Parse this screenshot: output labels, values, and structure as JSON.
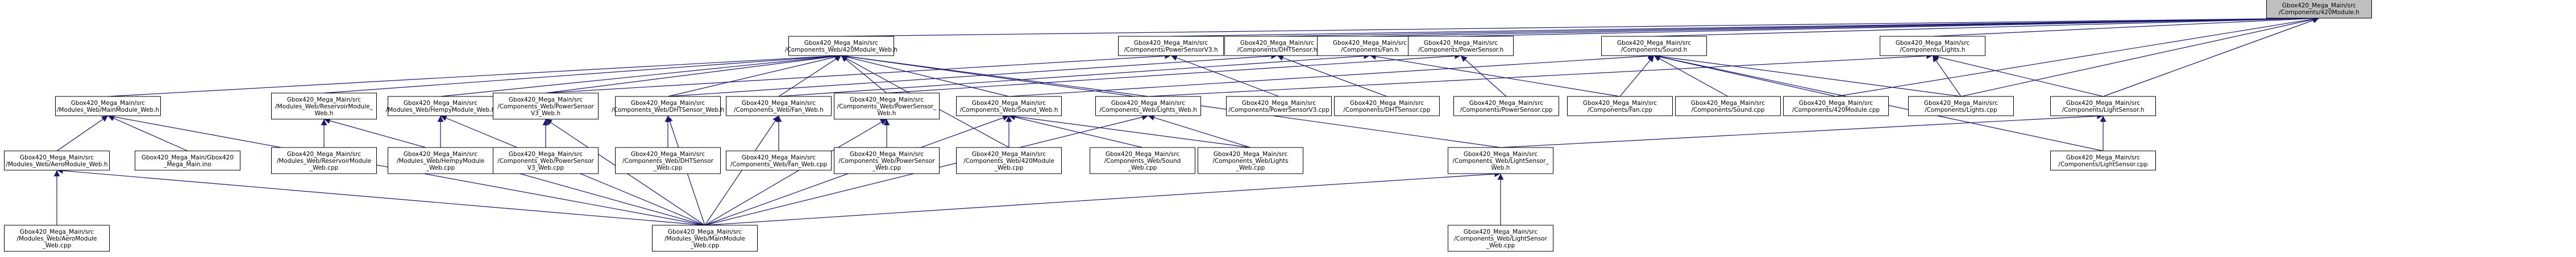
{
  "nodes": [
    {
      "id": "root",
      "root": true,
      "lines": [
        "Gbox420_Mega_Main/src",
        "/Components/420Module.h"
      ]
    },
    {
      "id": "c420web",
      "lines": [
        "Gbox420_Mega_Main/src",
        "/Components_Web/420Module_Web.h"
      ]
    },
    {
      "id": "psv3",
      "lines": [
        "Gbox420_Mega_Main/src",
        "/Components/PowerSensorV3.h"
      ]
    },
    {
      "id": "dht",
      "lines": [
        "Gbox420_Mega_Main/src",
        "/Components/DHTSensor.h"
      ]
    },
    {
      "id": "fan",
      "lines": [
        "Gbox420_Mega_Main/src",
        "/Components/Fan.h"
      ]
    },
    {
      "id": "ps",
      "lines": [
        "Gbox420_Mega_Main/src",
        "/Components/PowerSensor.h"
      ]
    },
    {
      "id": "sound",
      "lines": [
        "Gbox420_Mega_Main/src",
        "/Components/Sound.h"
      ]
    },
    {
      "id": "lights",
      "lines": [
        "Gbox420_Mega_Main/src",
        "/Components/Lights.h"
      ]
    },
    {
      "id": "mainweb",
      "lines": [
        "Gbox420_Mega_Main/src",
        "/Modules_Web/MainModule_Web.h"
      ]
    },
    {
      "id": "reservoirweb",
      "lines": [
        "Gbox420_Mega_Main/src",
        "/Modules_Web/ReservoirModule_",
        "Web.h"
      ]
    },
    {
      "id": "hempyweb",
      "lines": [
        "Gbox420_Mega_Main/src",
        "/Modules_Web/HempyModule_Web.h"
      ]
    },
    {
      "id": "psv3web",
      "lines": [
        "Gbox420_Mega_Main/src",
        "/Components_Web/PowerSensor",
        "V3_Web.h"
      ]
    },
    {
      "id": "dhtweb",
      "lines": [
        "Gbox420_Mega_Main/src",
        "/Components_Web/DHTSensor_Web.h"
      ]
    },
    {
      "id": "fanweb",
      "lines": [
        "Gbox420_Mega_Main/src",
        "/Components_Web/Fan_Web.h"
      ]
    },
    {
      "id": "psweb",
      "lines": [
        "Gbox420_Mega_Main/src",
        "/Components_Web/PowerSensor_",
        "Web.h"
      ]
    },
    {
      "id": "soundweb",
      "lines": [
        "Gbox420_Mega_Main/src",
        "/Components_Web/Sound_Web.h"
      ]
    },
    {
      "id": "lightsweb",
      "lines": [
        "Gbox420_Mega_Main/src",
        "/Components_Web/Lights_Web.h"
      ]
    },
    {
      "id": "psv3cpp",
      "lines": [
        "Gbox420_Mega_Main/src",
        "/Components/PowerSensorV3.cpp"
      ]
    },
    {
      "id": "dhtcpp",
      "lines": [
        "Gbox420_Mega_Main/src",
        "/Components/DHTSensor.cpp"
      ]
    },
    {
      "id": "pscpp",
      "lines": [
        "Gbox420_Mega_Main/src",
        "/Components/PowerSensor.cpp"
      ]
    },
    {
      "id": "fancpp",
      "lines": [
        "Gbox420_Mega_Main/src",
        "/Components/Fan.cpp"
      ]
    },
    {
      "id": "soundcpp",
      "lines": [
        "Gbox420_Mega_Main/src",
        "/Components/Sound.cpp"
      ]
    },
    {
      "id": "c420cpp",
      "lines": [
        "Gbox420_Mega_Main/src",
        "/Components/420Module.cpp"
      ]
    },
    {
      "id": "lightscpp",
      "lines": [
        "Gbox420_Mega_Main/src",
        "/Components/Lights.cpp"
      ]
    },
    {
      "id": "lightsensor",
      "lines": [
        "Gbox420_Mega_Main/src",
        "/Components/LightSensor.h"
      ]
    },
    {
      "id": "aeroweb",
      "lines": [
        "Gbox420_Mega_Main/src",
        "/Modules_Web/AeroModule_Web.h"
      ]
    },
    {
      "id": "megaino",
      "lines": [
        "Gbox420_Mega_Main/Gbox420",
        "_Mega_Main.ino"
      ]
    },
    {
      "id": "reservoirwebcpp",
      "lines": [
        "Gbox420_Mega_Main/src",
        "/Modules_Web/ReservoirModule",
        "_Web.cpp"
      ]
    },
    {
      "id": "hempywebcpp",
      "lines": [
        "Gbox420_Mega_Main/src",
        "/Modules_Web/HempyModule",
        "_Web.cpp"
      ]
    },
    {
      "id": "psv3webcpp",
      "lines": [
        "Gbox420_Mega_Main/src",
        "/Components_Web/PowerSensor",
        "V3_Web.cpp"
      ]
    },
    {
      "id": "dhtwebcpp",
      "lines": [
        "Gbox420_Mega_Main/src",
        "/Components_Web/DHTSensor",
        "_Web.cpp"
      ]
    },
    {
      "id": "fanwebcpp",
      "lines": [
        "Gbox420_Mega_Main/src",
        "/Components_Web/Fan_Web.cpp"
      ]
    },
    {
      "id": "pswebcpp",
      "lines": [
        "Gbox420_Mega_Main/src",
        "/Components_Web/PowerSensor",
        "_Web.cpp"
      ]
    },
    {
      "id": "c420webcpp",
      "lines": [
        "Gbox420_Mega_Main/src",
        "/Components_Web/420Module",
        "_Web.cpp"
      ]
    },
    {
      "id": "soundwebcpp",
      "lines": [
        "Gbox420_Mega_Main/src",
        "/Components_Web/Sound",
        "_Web.cpp"
      ]
    },
    {
      "id": "lightswebcpp",
      "lines": [
        "Gbox420_Mega_Main/src",
        "/Components_Web/Lights",
        "_Web.cpp"
      ]
    },
    {
      "id": "lightsensorweb",
      "lines": [
        "Gbox420_Mega_Main/src",
        "/Components_Web/LightSensor_",
        "Web.h"
      ]
    },
    {
      "id": "lightsensorcpp",
      "lines": [
        "Gbox420_Mega_Main/src",
        "/Components/LightSensor.cpp"
      ]
    },
    {
      "id": "aerowebcpp",
      "lines": [
        "Gbox420_Mega_Main/src",
        "/Modules_Web/AeroModule",
        "_Web.cpp"
      ]
    },
    {
      "id": "mainwebcpp",
      "lines": [
        "Gbox420_Mega_Main/src",
        "/Modules_Web/MainModule",
        "_Web.cpp"
      ]
    },
    {
      "id": "lightsensorwebcpp",
      "lines": [
        "Gbox420_Mega_Main/src",
        "/Components_Web/LightSensor",
        "_Web.cpp"
      ]
    }
  ],
  "edges": [
    [
      "c420web",
      "root"
    ],
    [
      "psv3",
      "root"
    ],
    [
      "dht",
      "root"
    ],
    [
      "fan",
      "root"
    ],
    [
      "ps",
      "root"
    ],
    [
      "sound",
      "root"
    ],
    [
      "lights",
      "root"
    ],
    [
      "c420cpp",
      "root"
    ],
    [
      "lightsensor",
      "root"
    ],
    [
      "lightscpp",
      "root"
    ],
    [
      "mainweb",
      "c420web"
    ],
    [
      "reservoirweb",
      "c420web"
    ],
    [
      "hempyweb",
      "c420web"
    ],
    [
      "psv3web",
      "c420web"
    ],
    [
      "dhtweb",
      "c420web"
    ],
    [
      "fanweb",
      "c420web"
    ],
    [
      "psweb",
      "c420web"
    ],
    [
      "soundweb",
      "c420web"
    ],
    [
      "lightsweb",
      "c420web"
    ],
    [
      "lightsensorweb",
      "c420web"
    ],
    [
      "c420webcpp",
      "c420web"
    ],
    [
      "psv3cpp",
      "psv3"
    ],
    [
      "psv3web",
      "psv3"
    ],
    [
      "dhtcpp",
      "dht"
    ],
    [
      "dhtweb",
      "dht"
    ],
    [
      "fancpp",
      "fan"
    ],
    [
      "fanweb",
      "fan"
    ],
    [
      "pscpp",
      "ps"
    ],
    [
      "psweb",
      "ps"
    ],
    [
      "soundcpp",
      "sound"
    ],
    [
      "soundweb",
      "sound"
    ],
    [
      "c420cpp",
      "sound"
    ],
    [
      "fancpp",
      "sound"
    ],
    [
      "lightscpp",
      "sound"
    ],
    [
      "lightsensorcpp",
      "sound"
    ],
    [
      "lightscpp",
      "lights"
    ],
    [
      "lightsweb",
      "lights"
    ],
    [
      "lightsensor",
      "lights"
    ],
    [
      "lightsensorcpp",
      "lightsensor"
    ],
    [
      "lightsensorweb",
      "lightsensor"
    ],
    [
      "aeroweb",
      "mainweb"
    ],
    [
      "megaino",
      "mainweb"
    ],
    [
      "mainwebcpp",
      "mainweb"
    ],
    [
      "reservoirwebcpp",
      "reservoirweb"
    ],
    [
      "mainwebcpp",
      "reservoirweb"
    ],
    [
      "hempywebcpp",
      "hempyweb"
    ],
    [
      "mainwebcpp",
      "hempyweb"
    ],
    [
      "psv3webcpp",
      "psv3web"
    ],
    [
      "mainwebcpp",
      "psv3web"
    ],
    [
      "dhtwebcpp",
      "dhtweb"
    ],
    [
      "mainwebcpp",
      "dhtweb"
    ],
    [
      "fanwebcpp",
      "fanweb"
    ],
    [
      "mainwebcpp",
      "fanweb"
    ],
    [
      "pswebcpp",
      "psweb"
    ],
    [
      "mainwebcpp",
      "psweb"
    ],
    [
      "soundwebcpp",
      "soundweb"
    ],
    [
      "mainwebcpp",
      "soundweb"
    ],
    [
      "c420webcpp",
      "soundweb"
    ],
    [
      "lightswebcpp",
      "soundweb"
    ],
    [
      "lightswebcpp",
      "lightsweb"
    ],
    [
      "mainwebcpp",
      "lightsweb"
    ],
    [
      "lightsensorwebcpp",
      "lightsensorweb"
    ],
    [
      "mainwebcpp",
      "lightsensorweb"
    ],
    [
      "aerowebcpp",
      "aeroweb"
    ],
    [
      "mainwebcpp",
      "aeroweb"
    ]
  ]
}
